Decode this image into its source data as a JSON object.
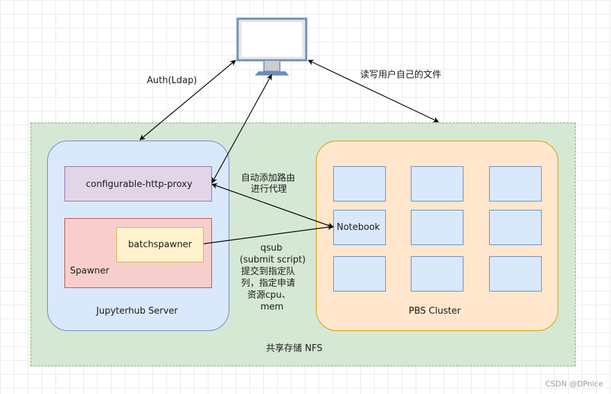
{
  "diagram": {
    "edge_labels": {
      "auth": "Auth(Ldap)",
      "files": "读写用户自己的文件",
      "proxy_route_line1": "自动添加路由",
      "proxy_route_line2": "进行代理",
      "qsub_lines": [
        "qsub",
        "(submit script)",
        "提交到指定队",
        "列，指定申请",
        "资源cpu、",
        "mem"
      ]
    },
    "nfs": {
      "label": "共享存储 NFS"
    },
    "jupyterhub_server": {
      "label": "Jupyterhub Server",
      "proxy_label": "configurable-http-proxy",
      "spawner_label": "Spawner",
      "batchspawner_label": "batchspawner"
    },
    "pbs_cluster": {
      "label": "PBS Cluster",
      "node_label": "Notebook"
    },
    "watermark": "CSDN @DPnice",
    "colors": {
      "nfs_fill": "#d5e8d4",
      "nfs_border": "#82b366",
      "server_fill": "#dae8fc",
      "server_border": "#6c8ebf",
      "proxy_fill": "#e1d5e7",
      "proxy_border": "#9673a6",
      "spawner_fill": "#f8cecc",
      "spawner_border": "#b85450",
      "batchspawner_fill": "#fff2cc",
      "batchspawner_border": "#d6b656",
      "cluster_fill": "#ffe6cc",
      "cluster_border": "#d79b00",
      "node_fill": "#dae8fc",
      "node_border": "#6c8ebf",
      "monitor_frame": "#6c8ebf"
    }
  }
}
